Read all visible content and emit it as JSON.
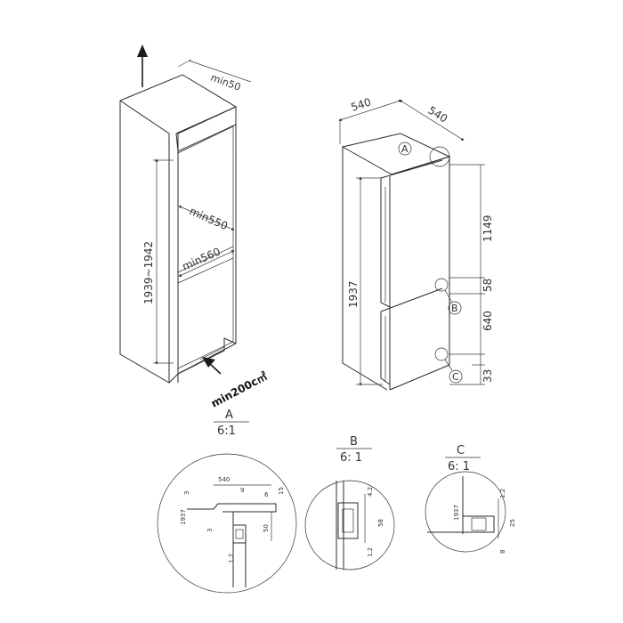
{
  "left_view": {
    "min50": "min50",
    "min550": "min550",
    "min560": "min560",
    "height_range": "1939~1942",
    "vent": "min200c㎡"
  },
  "right_view": {
    "w1": "540",
    "w2": "540",
    "h_total": "1937",
    "h_upper": "1149",
    "h_gap": "58",
    "h_lower": "640",
    "h_bottom": "33",
    "call_a": "A",
    "call_b": "B",
    "call_c": "C"
  },
  "detail_a": {
    "title": "A",
    "scale": "6:1",
    "d540": "540",
    "d9": "9",
    "d6": "6",
    "d15": "15",
    "d3a": "3",
    "d3b": "3",
    "d1937": "1937",
    "d50": "50",
    "d12": "1.2"
  },
  "detail_b": {
    "title": "B",
    "scale": "6: 1",
    "d42": "4.2",
    "d58": "58",
    "d12": "1.2"
  },
  "detail_c": {
    "title": "C",
    "scale": "6: 1",
    "d1937": "1937",
    "d12": "1.2",
    "d25": "25",
    "d8": "8"
  }
}
